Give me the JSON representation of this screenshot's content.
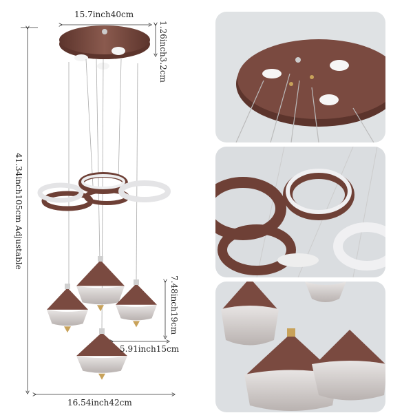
{
  "dimensions": {
    "canopy_width": "15.7inch40cm",
    "canopy_height": "1.26inch3.2cm",
    "total_height": "41.34inch105cm Adjustable",
    "shade_height": "7.48inch19cm",
    "shade_width": "5.91inch15cm",
    "overall_width": "16.54inch42cm"
  },
  "colors": {
    "bronze": "#7a4a40",
    "bronze_dark": "#5c342c",
    "glass": "#d8d4d2",
    "panel_bg": "#dfe2e4",
    "line": "#333333"
  }
}
